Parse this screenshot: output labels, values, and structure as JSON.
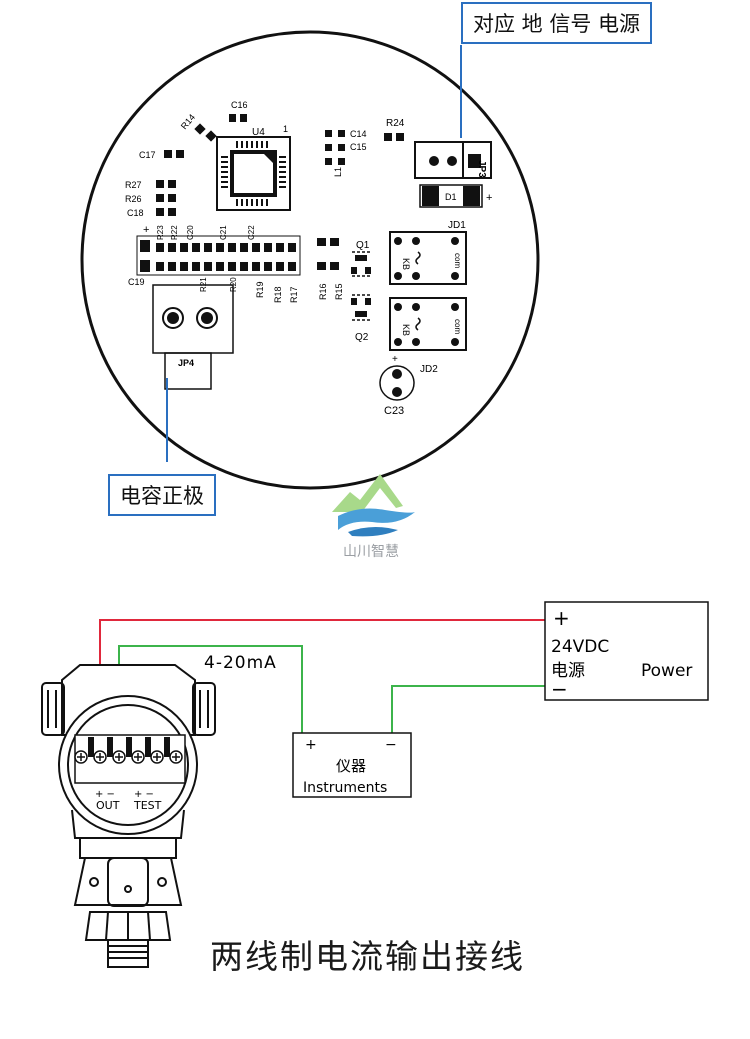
{
  "callouts": {
    "top": "对应 地 信号 电源",
    "left": "电容正极"
  },
  "logo": {
    "text": "山川智慧"
  },
  "pcb": {
    "labels": {
      "c16": "C16",
      "r14": "R14",
      "u4": "U4",
      "c17": "C17",
      "r27": "R27",
      "r26": "R26",
      "c18": "C18",
      "r23": "R23",
      "r22": "R22",
      "c20": "C20",
      "c21": "C21",
      "c22": "C22",
      "c19": "C19",
      "r21": "R21",
      "r20": "R20",
      "r19": "R19",
      "r18": "R18",
      "r17": "R17",
      "r16": "R16",
      "r15": "R15",
      "q1": "Q1",
      "q2": "Q2",
      "c14": "C14",
      "c15": "C15",
      "l1": "L1",
      "r24": "R24",
      "jp3": "JP3",
      "d1": "D1",
      "jd1": "JD1",
      "jd2": "JD2",
      "jp4": "JP4",
      "c23": "C23",
      "kb": "KB",
      "com": "com",
      "plus": "+",
      "one": "1"
    }
  },
  "wiring": {
    "current_label": "4-20mA",
    "power": {
      "plus": "+",
      "voltage": "24VDC",
      "cn": "电源",
      "en": "Power",
      "minus": "−"
    },
    "instrument": {
      "plus": "+",
      "minus": "−",
      "cn": "仪器",
      "en": "Instruments"
    },
    "terminals": {
      "out": "OUT",
      "test": "TEST",
      "pm1": "+  −",
      "pm2": "+  −"
    }
  },
  "caption": "两线制电流输出接线",
  "colors": {
    "callout_border": "#2a6fc0",
    "red_wire": "#e0283c",
    "green_wire": "#3cb44b"
  }
}
